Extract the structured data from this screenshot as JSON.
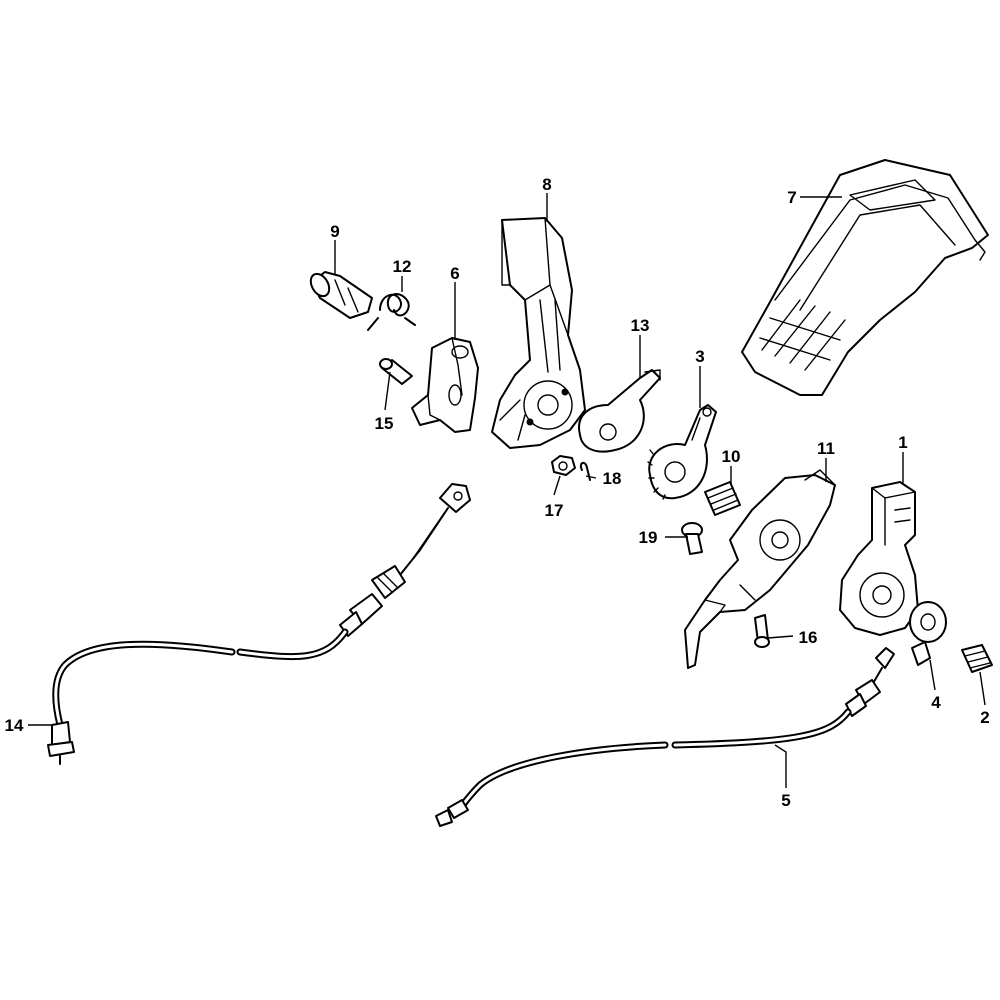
{
  "callouts": {
    "c1": "1",
    "c2": "2",
    "c3": "3",
    "c4": "4",
    "c5": "5",
    "c6": "6",
    "c7": "7",
    "c8": "8",
    "c9": "9",
    "c10": "10",
    "c11": "11",
    "c12": "12",
    "c13": "13",
    "c14": "14",
    "c15": "15",
    "c16": "16",
    "c17": "17",
    "c18": "18",
    "c19": "19"
  },
  "colors": {
    "ink": "#000000",
    "paper": "#ffffff"
  }
}
